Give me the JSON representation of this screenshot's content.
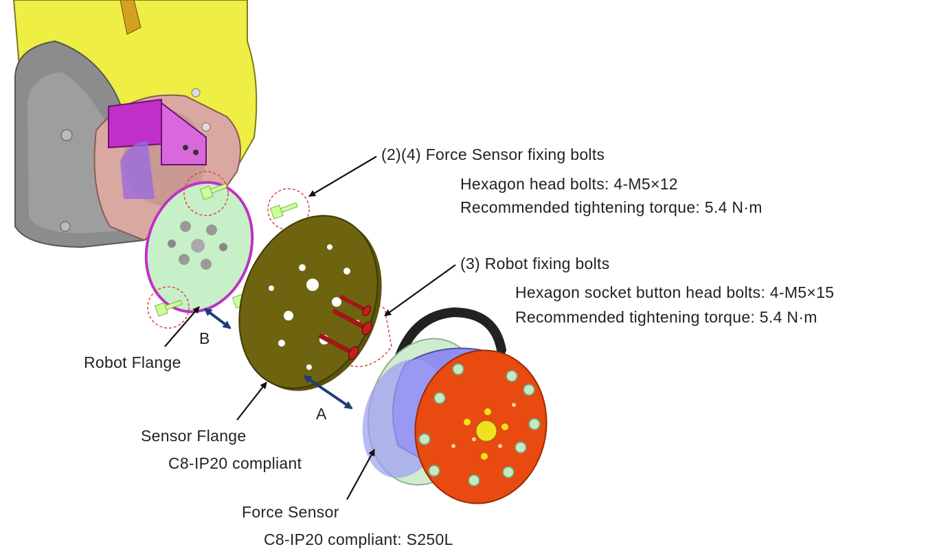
{
  "callouts": {
    "force_bolts": {
      "title": "(2)(4) Force Sensor fixing bolts",
      "line1": "Hexagon head bolts: 4-M5×12",
      "line2": "Recommended tightening torque: 5.4 N·m"
    },
    "robot_bolts": {
      "title": "(3) Robot fixing bolts",
      "line1": "Hexagon socket button head bolts: 4-M5×15",
      "line2": "Recommended tightening torque: 5.4 N·m"
    },
    "robot_flange": "Robot Flange",
    "sensor_flange": {
      "title": "Sensor Flange",
      "sub": "C8-IP20 compliant"
    },
    "force_sensor": {
      "title": "Force Sensor",
      "sub": "C8-IP20 compliant: S250L"
    },
    "letter_a": "A",
    "letter_b": "B"
  },
  "colors": {
    "robot_yellow": "#eeee44",
    "robot_grey": "#8a8a8a",
    "joint_pink": "#d9a8a0",
    "bracket_magenta": "#c030c8",
    "robot_flange_face": "#c8f0c8",
    "sensor_flange_olive": "#6e6410",
    "bolt_green": "#ccff99",
    "bolt_red": "#a01818",
    "sensor_body_blue": "#8f8ff0",
    "sensor_face_orange": "#e84a10",
    "sensor_ring_green": "#d0ecd0",
    "cable_black": "#222222",
    "arrow_navy": "#1f3c7a",
    "dashed_red": "#e04040"
  }
}
